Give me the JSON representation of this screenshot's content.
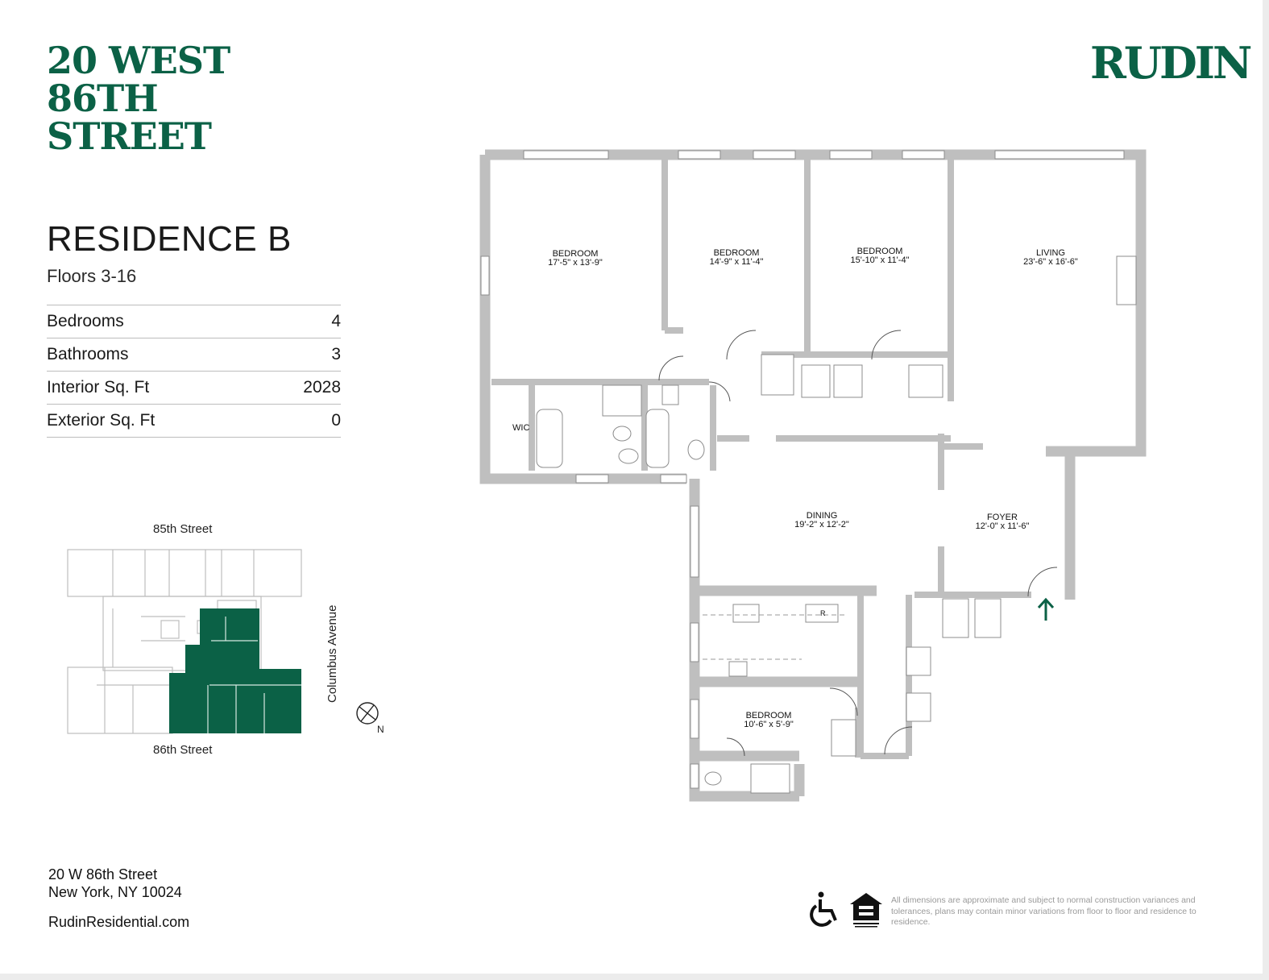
{
  "building": {
    "title_lines": [
      "20 WEST",
      "86TH",
      "STREET"
    ],
    "brand": "RUDIN"
  },
  "residence": {
    "name": "RESIDENCE B",
    "floors": "Floors 3-16",
    "specs": [
      {
        "label": "Bedrooms",
        "value": "4"
      },
      {
        "label": "Bathrooms",
        "value": "3"
      },
      {
        "label": "Interior Sq. Ft",
        "value": "2028"
      },
      {
        "label": "Exterior Sq. Ft",
        "value": "0"
      }
    ]
  },
  "keyplan": {
    "north_street": "85th Street",
    "south_street": "86th Street",
    "east_avenue": "Columbus Avenue",
    "compass": "N",
    "highlight_color": "#0b6146"
  },
  "floorplan": {
    "rooms": [
      {
        "name": "BEDROOM",
        "dims": "17'-5\" x 13'-9\""
      },
      {
        "name": "BEDROOM",
        "dims": "14'-9\" x 11'-4\""
      },
      {
        "name": "BEDROOM",
        "dims": "15'-10\" x 11'-4\""
      },
      {
        "name": "LIVING",
        "dims": "23'-6\" x 16'-6\""
      },
      {
        "name": "DINING",
        "dims": "19'-2\" x 12'-2\""
      },
      {
        "name": "FOYER",
        "dims": "12'-0\" x 11'-6\""
      },
      {
        "name": "BEDROOM",
        "dims": "10'-6\" x 5'-9\""
      }
    ],
    "closet_label": "WIC",
    "fridge_label": "R",
    "wall_color": "#bfbfbf",
    "entry_color": "#0b6146"
  },
  "footer": {
    "address_line1": "20 W 86th Street",
    "address_line2": "New York, NY 10024",
    "website": "RudinResidential.com",
    "disclaimer": "All dimensions are approximate and subject to normal construction variances and tolerances, plans may contain minor variations from floor to floor and residence to residence.",
    "icons": [
      "wheelchair-accessibility-icon",
      "equal-housing-opportunity-icon"
    ]
  }
}
